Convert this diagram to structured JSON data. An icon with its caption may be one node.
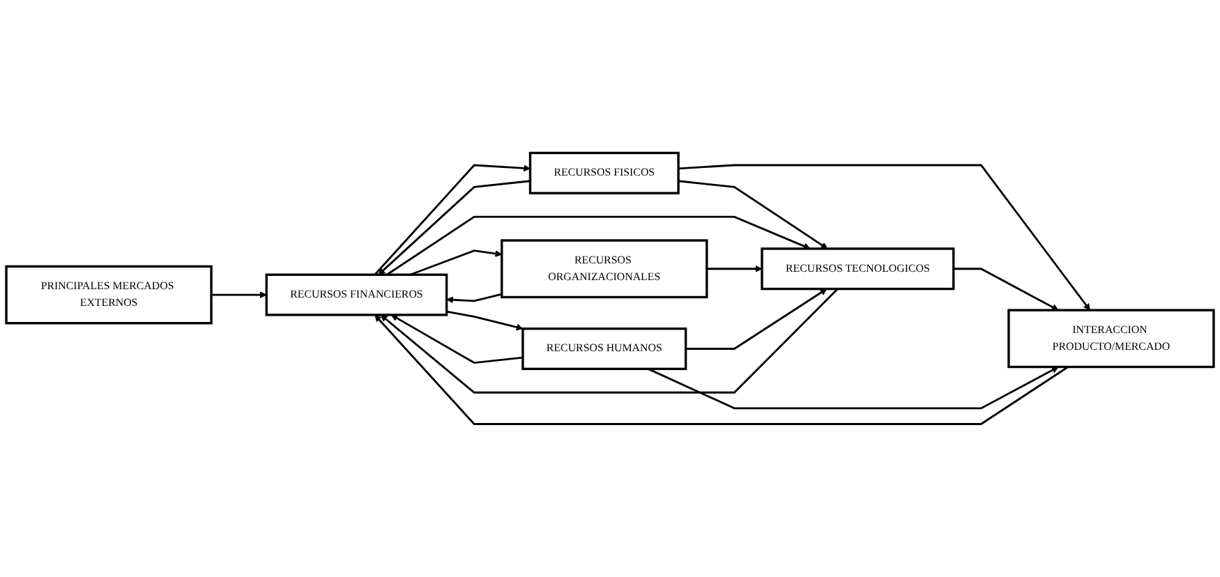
{
  "diagram": {
    "nodes": [
      {
        "text": [
          "PRINCIPALES MERCADOS EXTERNOS"
        ]
      },
      {
        "text": [
          "RECURSOS FISICOS"
        ]
      },
      {
        "text": [
          "RECURSOS FINANCIEROS"
        ]
      },
      {
        "text": [
          "RECURSOS ORGANIZACIONALES"
        ]
      },
      {
        "text": [
          "RECURSOS TECNOLOGICOS"
        ]
      },
      {
        "text": [
          "INTERACCION PRODUCTO/MERCADO"
        ]
      },
      {
        "text": [
          "RECURSOS HUMANOS"
        ]
      }
    ],
    "edges": [
      {
        "from": 0,
        "to": 2,
        "arrow": "to"
      },
      {
        "from": 2,
        "to": 1,
        "arrow": "to"
      },
      {
        "from": 1,
        "to": 2,
        "arrow": "to"
      },
      {
        "from": 1,
        "to": 5,
        "arrow": "to"
      },
      {
        "from": 1,
        "to": 4,
        "arrow": "to"
      },
      {
        "from": 2,
        "to": 4,
        "arrow": "to"
      },
      {
        "from": 2,
        "to": 3,
        "arrow": "to"
      },
      {
        "from": 3,
        "to": 2,
        "arrow": "to"
      },
      {
        "from": 3,
        "to": 4,
        "arrow": "to"
      },
      {
        "from": 4,
        "to": 2,
        "arrow": "to"
      },
      {
        "from": 4,
        "to": 5,
        "arrow": "to"
      },
      {
        "from": 2,
        "to": 6,
        "arrow": "to"
      },
      {
        "from": 6,
        "to": 2,
        "arrow": "to"
      },
      {
        "from": 6,
        "to": 4,
        "arrow": "to"
      },
      {
        "from": 6,
        "to": 5,
        "arrow": "to"
      },
      {
        "from": 5,
        "to": 2,
        "arrow": "to"
      }
    ]
  }
}
